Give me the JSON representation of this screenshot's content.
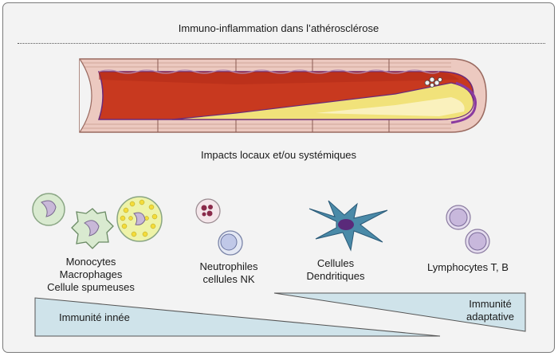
{
  "title": "Immuno-inflammation dans l’athérosclérose",
  "vessel_caption": "Impacts locaux et/ou systémiques",
  "cell_groups": [
    {
      "name": "monocytes",
      "lines": [
        "Monocytes",
        "Macrophages",
        "Cellule spumeuses"
      ]
    },
    {
      "name": "neutrophiles",
      "lines": [
        "Neutrophiles",
        "cellules NK"
      ]
    },
    {
      "name": "dendritiques",
      "lines": [
        "Cellules",
        "Dendritiques"
      ]
    },
    {
      "name": "lymphocytes",
      "lines": [
        "Lymphocytes T, B"
      ]
    }
  ],
  "innate_label": "Immunité innée",
  "adaptive_label": [
    "Immunité",
    "adaptative"
  ],
  "colors": {
    "wedge_fill": "#cfe3ea",
    "blood": "#c8391f",
    "vessel_wall": "#ecc9c0",
    "plaque": "#f1e27a",
    "plaque_edge": "#6a2a7a",
    "monocyte": "#d9ead0",
    "lymphocyte": "#d7cce6"
  },
  "icons": [
    "artery-icon",
    "monocyte-icon",
    "macrophage-icon",
    "foam-cell-icon",
    "neutrophil-icon",
    "nk-cell-icon",
    "dendritic-cell-icon",
    "lymphocyte-t-icon",
    "lymphocyte-b-icon"
  ]
}
